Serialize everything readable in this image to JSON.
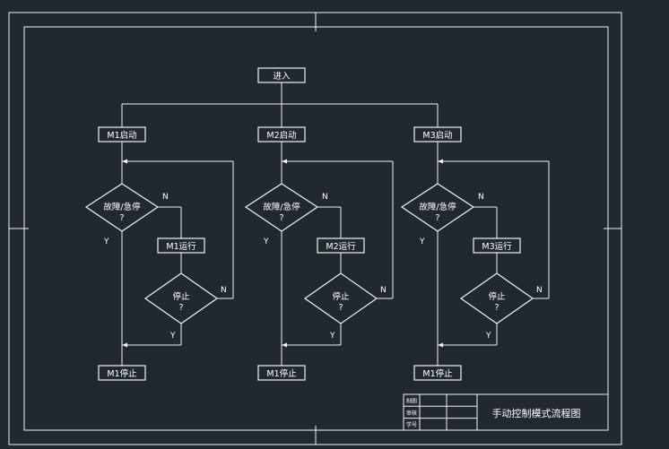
{
  "start_label": "进入",
  "columns": [
    {
      "start_label": "M1启动",
      "check_label": "故障/急停",
      "check_q": "?",
      "run_label": "M1运行",
      "stop_check_label": "停止",
      "stop_check_q": "?",
      "stop_label": "M1停止"
    },
    {
      "start_label": "M2启动",
      "check_label": "故障/急停",
      "check_q": "?",
      "run_label": "M2运行",
      "stop_check_label": "停止",
      "stop_check_q": "?",
      "stop_label": "M1停止"
    },
    {
      "start_label": "M3启动",
      "check_label": "故障/急停",
      "check_q": "?",
      "run_label": "M3运行",
      "stop_check_label": "停止",
      "stop_check_q": "?",
      "stop_label": "M1停止"
    }
  ],
  "yes_label": "Y",
  "no_label": "N",
  "title_block": {
    "rows": [
      "制图",
      "审核",
      "学号"
    ],
    "title": "手动控制模式流程图"
  },
  "colors": {
    "background": "#212830",
    "line": "#f2f2f2"
  }
}
